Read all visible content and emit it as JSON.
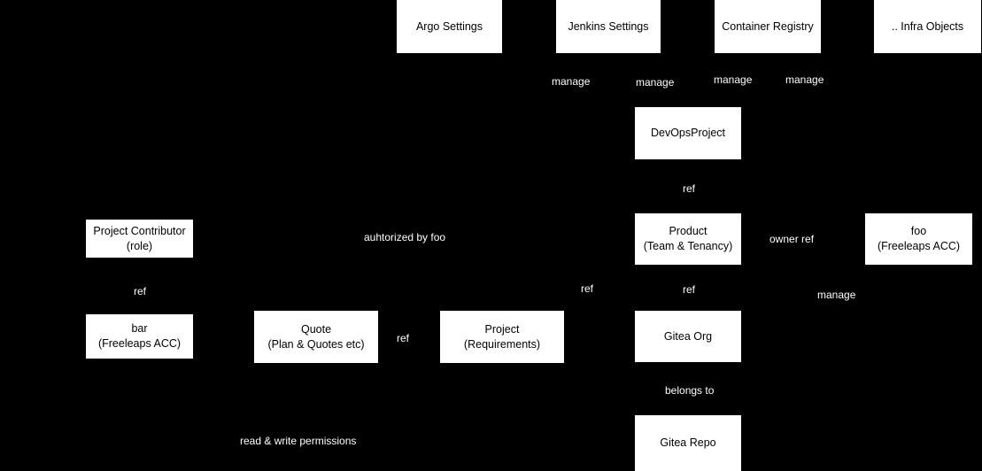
{
  "diagram": {
    "colors": {
      "background": "#000000",
      "node_fill": "#ffffff",
      "node_text": "#000000",
      "label_text": "#ffffff"
    },
    "nodes": [
      {
        "id": "argo-settings",
        "lines": [
          "Argo Settings"
        ]
      },
      {
        "id": "jenkins-settings",
        "lines": [
          "Jenkins Settings"
        ]
      },
      {
        "id": "container-registry",
        "lines": [
          "Container Registry"
        ]
      },
      {
        "id": "infra-objects",
        "lines": [
          ".. Infra Objects"
        ]
      },
      {
        "id": "devops-project",
        "lines": [
          "DevOpsProject"
        ]
      },
      {
        "id": "product",
        "lines": [
          "Product",
          "(Team & Tenancy)"
        ]
      },
      {
        "id": "foo-account",
        "lines": [
          "foo",
          "(Freeleaps ACC)"
        ]
      },
      {
        "id": "project-contributor",
        "lines": [
          "Project Contributor",
          "(role)"
        ]
      },
      {
        "id": "bar-account",
        "lines": [
          "bar",
          "(Freeleaps ACC)"
        ]
      },
      {
        "id": "quote",
        "lines": [
          "Quote",
          "(Plan & Quotes etc)"
        ]
      },
      {
        "id": "project",
        "lines": [
          "Project",
          "(Requirements)"
        ]
      },
      {
        "id": "gitea-org",
        "lines": [
          "Gitea Org"
        ]
      },
      {
        "id": "gitea-repo",
        "lines": [
          "Gitea Repo"
        ]
      }
    ],
    "edge_labels": [
      {
        "id": "manage-argo",
        "text": "manage"
      },
      {
        "id": "manage-jenkins",
        "text": "manage"
      },
      {
        "id": "manage-registry",
        "text": "manage"
      },
      {
        "id": "manage-infra",
        "text": "manage"
      },
      {
        "id": "ref-devops-product",
        "text": "ref"
      },
      {
        "id": "authorized-by-foo",
        "text": "auhtorized by foo"
      },
      {
        "id": "owner-ref",
        "text": "owner ref"
      },
      {
        "id": "ref-contributor-bar",
        "text": "ref"
      },
      {
        "id": "ref-project-product",
        "text": "ref"
      },
      {
        "id": "ref-product-gitea",
        "text": "ref"
      },
      {
        "id": "manage-foo-gitea",
        "text": "manage"
      },
      {
        "id": "ref-quote-project",
        "text": "ref"
      },
      {
        "id": "belongs-to",
        "text": "belongs to"
      },
      {
        "id": "read-write-permissions",
        "text": "read & write permissions"
      }
    ]
  }
}
